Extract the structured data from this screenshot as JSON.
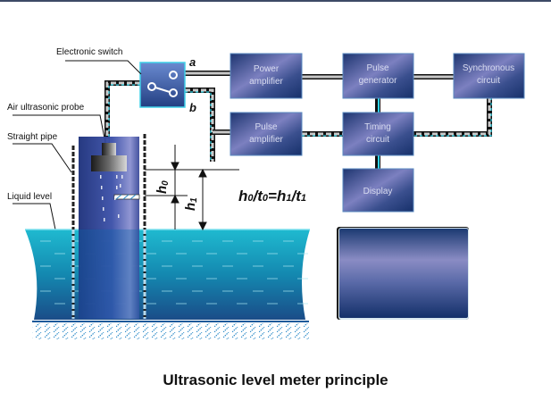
{
  "caption": "Ultrasonic level meter principle",
  "labels": {
    "electronic_switch": "Electronic switch",
    "air_ultrasonic_probe": "Air ultrasonic probe",
    "straight_pipe": "Straight pipe",
    "liquid_level": "Liquid level",
    "line_a": "a",
    "line_b": "b",
    "h0": "h",
    "h0_sub": "0",
    "h1": "h",
    "h1_sub": "1"
  },
  "formula": {
    "h0": "h",
    "h0_sub": "0",
    "slash1": "/",
    "t0": "t",
    "t0_sub": "0",
    "eq": "=",
    "h1": "h",
    "h1_sub": "1",
    "slash2": "/",
    "t1": "t",
    "t1_sub": "1"
  },
  "blocks": {
    "power_amplifier": [
      "Power",
      "amplifier"
    ],
    "pulse_generator": [
      "Pulse",
      "generator"
    ],
    "synchronous_circuit": [
      "Synchronous",
      "circuit"
    ],
    "pulse_amplifier": [
      "Pulse",
      "amplifier"
    ],
    "timing_circuit": [
      "Timing",
      "circuit"
    ],
    "display": [
      "Display"
    ]
  },
  "colors": {
    "block_dark": "#1d3570",
    "block_light": "#8c8fc8",
    "liquid_top": "#1fb4cc",
    "liquid_bottom": "#1b4f8a",
    "wire_cyan": "#2fd4e8",
    "top_bar": "#3d4a66"
  }
}
